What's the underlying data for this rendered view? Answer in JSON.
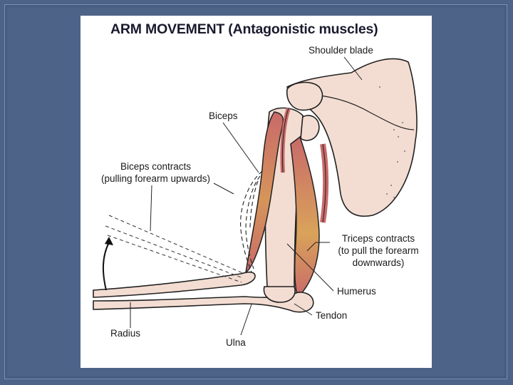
{
  "title": "ARM MOVEMENT (Antagonistic muscles)",
  "labels": {
    "shoulder_blade": "Shoulder blade",
    "biceps": "Biceps",
    "biceps_contracts_1": "Biceps contracts",
    "biceps_contracts_2": "(pulling forearm upwards)",
    "triceps_contracts_1": "Triceps contracts",
    "triceps_contracts_2": "(to pull the forearm",
    "triceps_contracts_3": "downwards)",
    "humerus": "Humerus",
    "tendon": "Tendon",
    "radius": "Radius",
    "ulna": "Ulna"
  },
  "colors": {
    "background": "#4d6488",
    "bone": "#f3ddd2",
    "muscle": "#c96a6a",
    "muscle_highlight": "#d9a35a",
    "outline": "#222222"
  }
}
